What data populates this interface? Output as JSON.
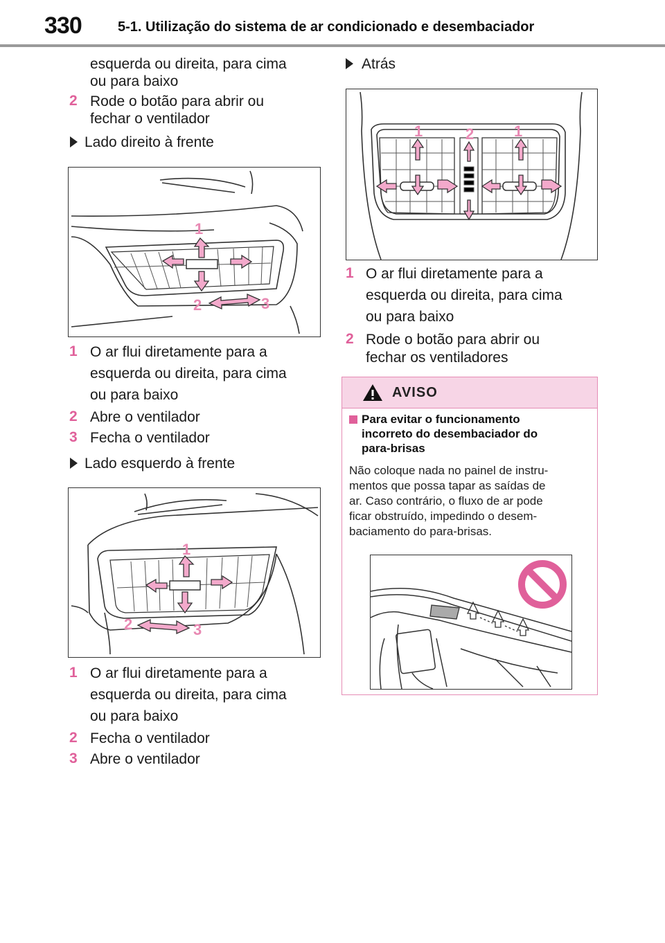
{
  "header": {
    "page_number": "330",
    "section_title": "5-1. Utilização do sistema de ar condicionado e desembaciador"
  },
  "left_column": {
    "intro_text_1": "esquerda ou direita, para cima",
    "intro_text_2": "ou para baixo",
    "intro_item_2": {
      "num": "2",
      "line1": "Rode o botão para abrir ou",
      "line2": "fechar o ventilador"
    },
    "front_right": {
      "heading": "Lado direito à frente",
      "callouts": [
        "1",
        "2",
        "3"
      ],
      "items": [
        {
          "num": "1",
          "line1": "O ar flui diretamente para a",
          "line2": "esquerda ou direita, para cima",
          "line3": "ou para baixo"
        },
        {
          "num": "2",
          "text": "Abre o ventilador"
        },
        {
          "num": "3",
          "text": "Fecha o ventilador"
        }
      ]
    },
    "front_left": {
      "heading": "Lado esquerdo à frente",
      "callouts": [
        "1",
        "2",
        "3"
      ],
      "items": [
        {
          "num": "1",
          "line1": "O ar flui diretamente para a",
          "line2": "esquerda ou direita, para cima",
          "line3": "ou para baixo"
        },
        {
          "num": "2",
          "text": "Fecha o ventilador"
        },
        {
          "num": "3",
          "text": "Abre o ventilador"
        }
      ]
    }
  },
  "right_column": {
    "rear": {
      "heading": "Atrás",
      "callouts": [
        "1",
        "2",
        "1"
      ],
      "items": [
        {
          "num": "1",
          "line1": "O ar flui diretamente para a",
          "line2": "esquerda ou direita, para cima",
          "line3": "ou para baixo"
        },
        {
          "num": "2",
          "line1": "Rode o botão para abrir ou",
          "line2": "fechar os ventiladores"
        }
      ]
    },
    "aviso": {
      "title": "AVISO",
      "subtitle_1": "Para evitar o funcionamento",
      "subtitle_2": "incorreto do desembaciador do",
      "subtitle_3": "para-brisas",
      "body_1": "Não coloque nada no painel de instru-",
      "body_2": "mentos que possa tapar as saídas de",
      "body_3": "ar. Caso contrário, o fluxo de ar pode",
      "body_4": "ficar obstruído, impedindo o desem-",
      "body_5": "baciamento do para-brisas."
    }
  },
  "colors": {
    "accent_pink": "#e0609a",
    "callout_pink": "#e889b3",
    "aviso_bg": "#f7d5e6"
  }
}
